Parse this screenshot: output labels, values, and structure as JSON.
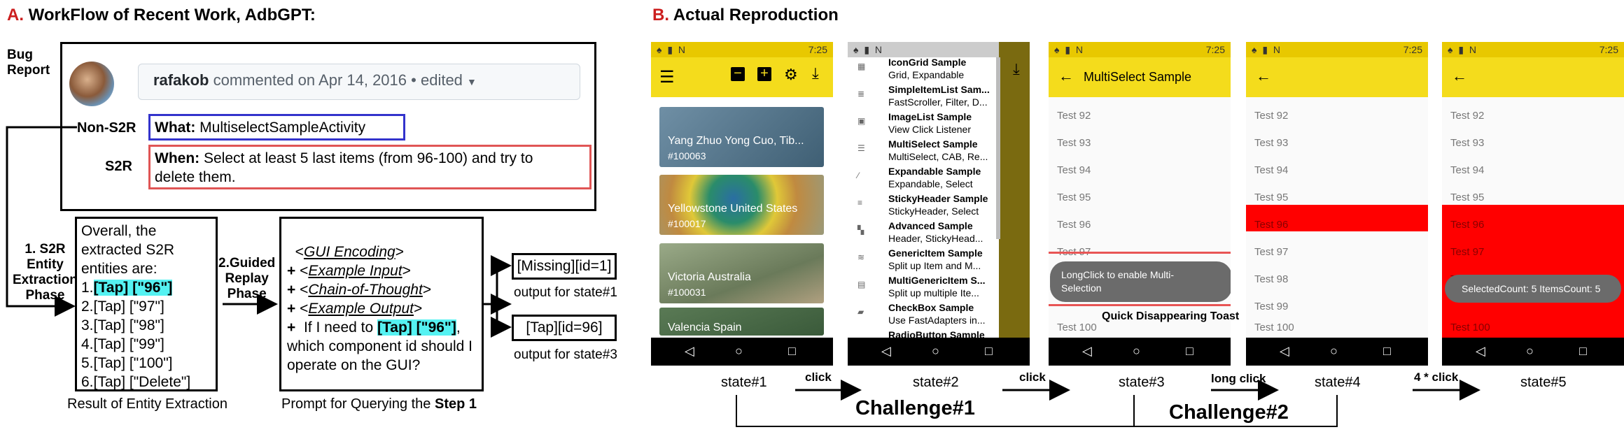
{
  "section_a": {
    "letter": "A.",
    "title": "WorkFlow of Recent Work, AdbGPT:"
  },
  "section_b": {
    "letter": "B.",
    "title": "Actual Reproduction"
  },
  "bug_report": {
    "label_line1": "Bug",
    "label_line2": "Report",
    "user": "rafakob",
    "commented": "commented on Apr 14, 2016",
    "edited": "• edited",
    "non_s2r_label": "Non-S2R",
    "s2r_label": "S2R",
    "what_key": "What:",
    "what_value": "MultiselectSampleActivity",
    "when_key": "When:",
    "when_line1": "Select at least 5 last items (from 96-100) and try to",
    "when_line2": "delete them."
  },
  "phase1": {
    "line1": "1. S2R",
    "line2": "Entity",
    "line3": "Extraction",
    "line4": "Phase"
  },
  "phase2": {
    "line1": "2.Guided",
    "line2": "Replay",
    "line3": "Phase"
  },
  "extraction": {
    "intro1": "Overall, the",
    "intro2": "extracted S2R",
    "intro3": "entities are:",
    "items": [
      {
        "num": "1.",
        "text": "[Tap] [\"96\"]"
      },
      {
        "num": "2.",
        "text": "[Tap] [\"97\"]"
      },
      {
        "num": "3.",
        "text": "[Tap] [\"98\"]"
      },
      {
        "num": "4.",
        "text": "[Tap] [\"99\"]"
      },
      {
        "num": "5.",
        "text": "[Tap] [\"100\"]"
      },
      {
        "num": "6.",
        "text": "[Tap] [\"Delete\"]"
      }
    ],
    "caption": "Result of Entity Extraction"
  },
  "prompt": {
    "gui_encoding": "GUI Encoding",
    "example_input": "Example Input",
    "chain_of_thought": "Chain-of-Thought",
    "example_output": "Example Output",
    "plus": "+",
    "lt": "<",
    "gt": ">",
    "q_pre": "If I need to",
    "q_hl": "[Tap] [\"96\"]",
    "q_post": ",",
    "q_line2": "which component id should I",
    "q_line3": "operate on the GUI?",
    "caption_pre": "Prompt for Querying the",
    "caption_bold": "Step 1"
  },
  "outputs": [
    {
      "value": "[Missing][id=1]",
      "caption": "output for state#1"
    },
    {
      "value": "[Tap][id=96]",
      "caption": "output for state#3"
    }
  ],
  "phones": {
    "time": "7:25",
    "gallery": {
      "cards": [
        {
          "name": "Yang Zhuo Yong Cuo, Tib...",
          "id": "#100063",
          "color": "#5a7d92"
        },
        {
          "name": "Yellowstone United States",
          "id": "#100017",
          "color": "#9aa25a"
        },
        {
          "name": "Victoria Australia",
          "id": "#100031",
          "color": "#8a9a78"
        },
        {
          "name": "Valencia Spain",
          "id": "",
          "color": "#5f7f5a"
        }
      ]
    },
    "menu": {
      "items": [
        {
          "title": "IconGrid Sample",
          "sub": "Grid, Expandable"
        },
        {
          "title": "SimpleItemList Sam...",
          "sub": "FastScroller, Filter, D..."
        },
        {
          "title": "ImageList Sample",
          "sub": "View Click Listener"
        },
        {
          "title": "MultiSelect Sample",
          "sub": "MultiSelect, CAB, Re..."
        },
        {
          "title": "Expandable Sample",
          "sub": "Expandable, Select"
        },
        {
          "title": "StickyHeader Sample",
          "sub": "StickyHeader, Select"
        },
        {
          "title": "Advanced Sample",
          "sub": "Header, StickyHead..."
        },
        {
          "title": "GenericItem Sample",
          "sub": "Split up Item and M..."
        },
        {
          "title": "MultiGenericItem S...",
          "sub": "Split up multiple Ite..."
        },
        {
          "title": "CheckBox Sample",
          "sub": "Use FastAdapters in..."
        },
        {
          "title": "RadioButton Sample",
          "sub": ""
        }
      ]
    },
    "multiselect_title": "MultiSelect Sample",
    "list_items": [
      "Test 92",
      "Test 93",
      "Test 94",
      "Test 95",
      "Test 96",
      "Test 97",
      "Test 98",
      "Test 99",
      "Test 100"
    ],
    "toast3_line1": "LongClick to enable Multi-",
    "toast3_line2": "Selection",
    "toast3_caption": "Quick Disappearing Toast",
    "toast5": "SelectedCount: 5 ItemsCount: 5"
  },
  "states": [
    "state#1",
    "state#2",
    "state#3",
    "state#4",
    "state#5"
  ],
  "actions": [
    "click",
    "click",
    "long click",
    "4 * click"
  ],
  "challenges": [
    "Challenge#1",
    "Challenge#2"
  ],
  "colors": {
    "accent_red": "#cc1f1f",
    "what_box": "#3333cc",
    "when_box": "#e05555",
    "highlight": "#55f2f2",
    "toast_border": "#e85555",
    "selected_row": "#ff0000",
    "app_bar": "#f4dc1c"
  }
}
